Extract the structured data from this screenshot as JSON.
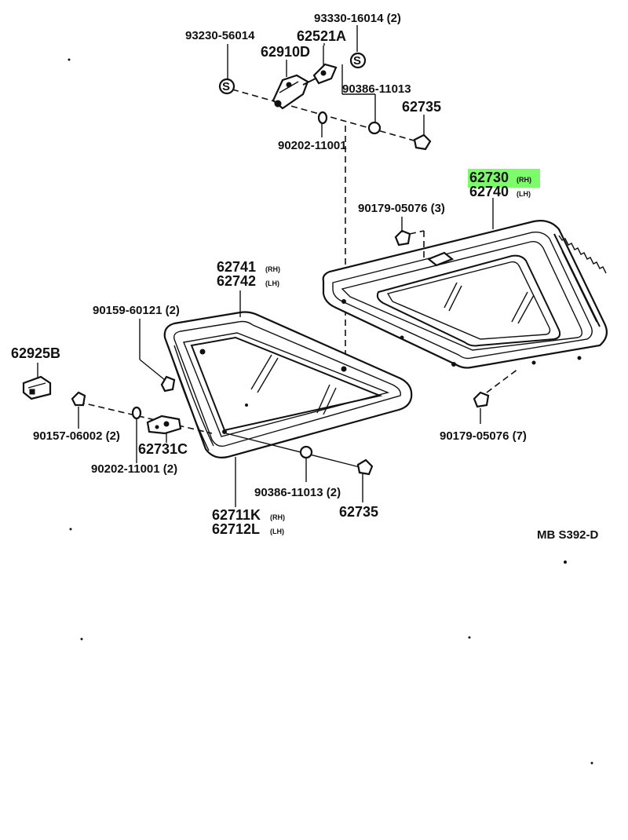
{
  "diagram": {
    "labels": {
      "l_93330": "93330-16014 (2)",
      "l_93230": "93230-56014",
      "l_62521a": "62521A",
      "l_62910d": "62910D",
      "l_90386_top": "90386-11013",
      "l_62735_top": "62735",
      "l_90202_top": "90202-11001",
      "l_62730": "62730",
      "l_62730_side": "(RH)",
      "l_62740": "62740",
      "l_62740_side": "(LH)",
      "l_90179_3": "90179-05076 (3)",
      "l_62741": "62741",
      "l_62741_side": "(RH)",
      "l_62742": "62742",
      "l_62742_side": "(LH)",
      "l_90159": "90159-60121 (2)",
      "l_62925b": "62925B",
      "l_90157": "90157-06002 (2)",
      "l_62731c": "62731C",
      "l_90202_bot": "90202-11001 (2)",
      "l_90179_7": "90179-05076 (7)",
      "l_90386_bot": "90386-11013 (2)",
      "l_62735_bot": "62735",
      "l_62711k": "62711K",
      "l_62711k_side": "(RH)",
      "l_62712l": "62712L",
      "l_62712l_side": "(LH)",
      "l_mb": "MB S392-D"
    },
    "symbols": {
      "s_circle": "S"
    },
    "highlight_color": "#7CFC6A"
  }
}
